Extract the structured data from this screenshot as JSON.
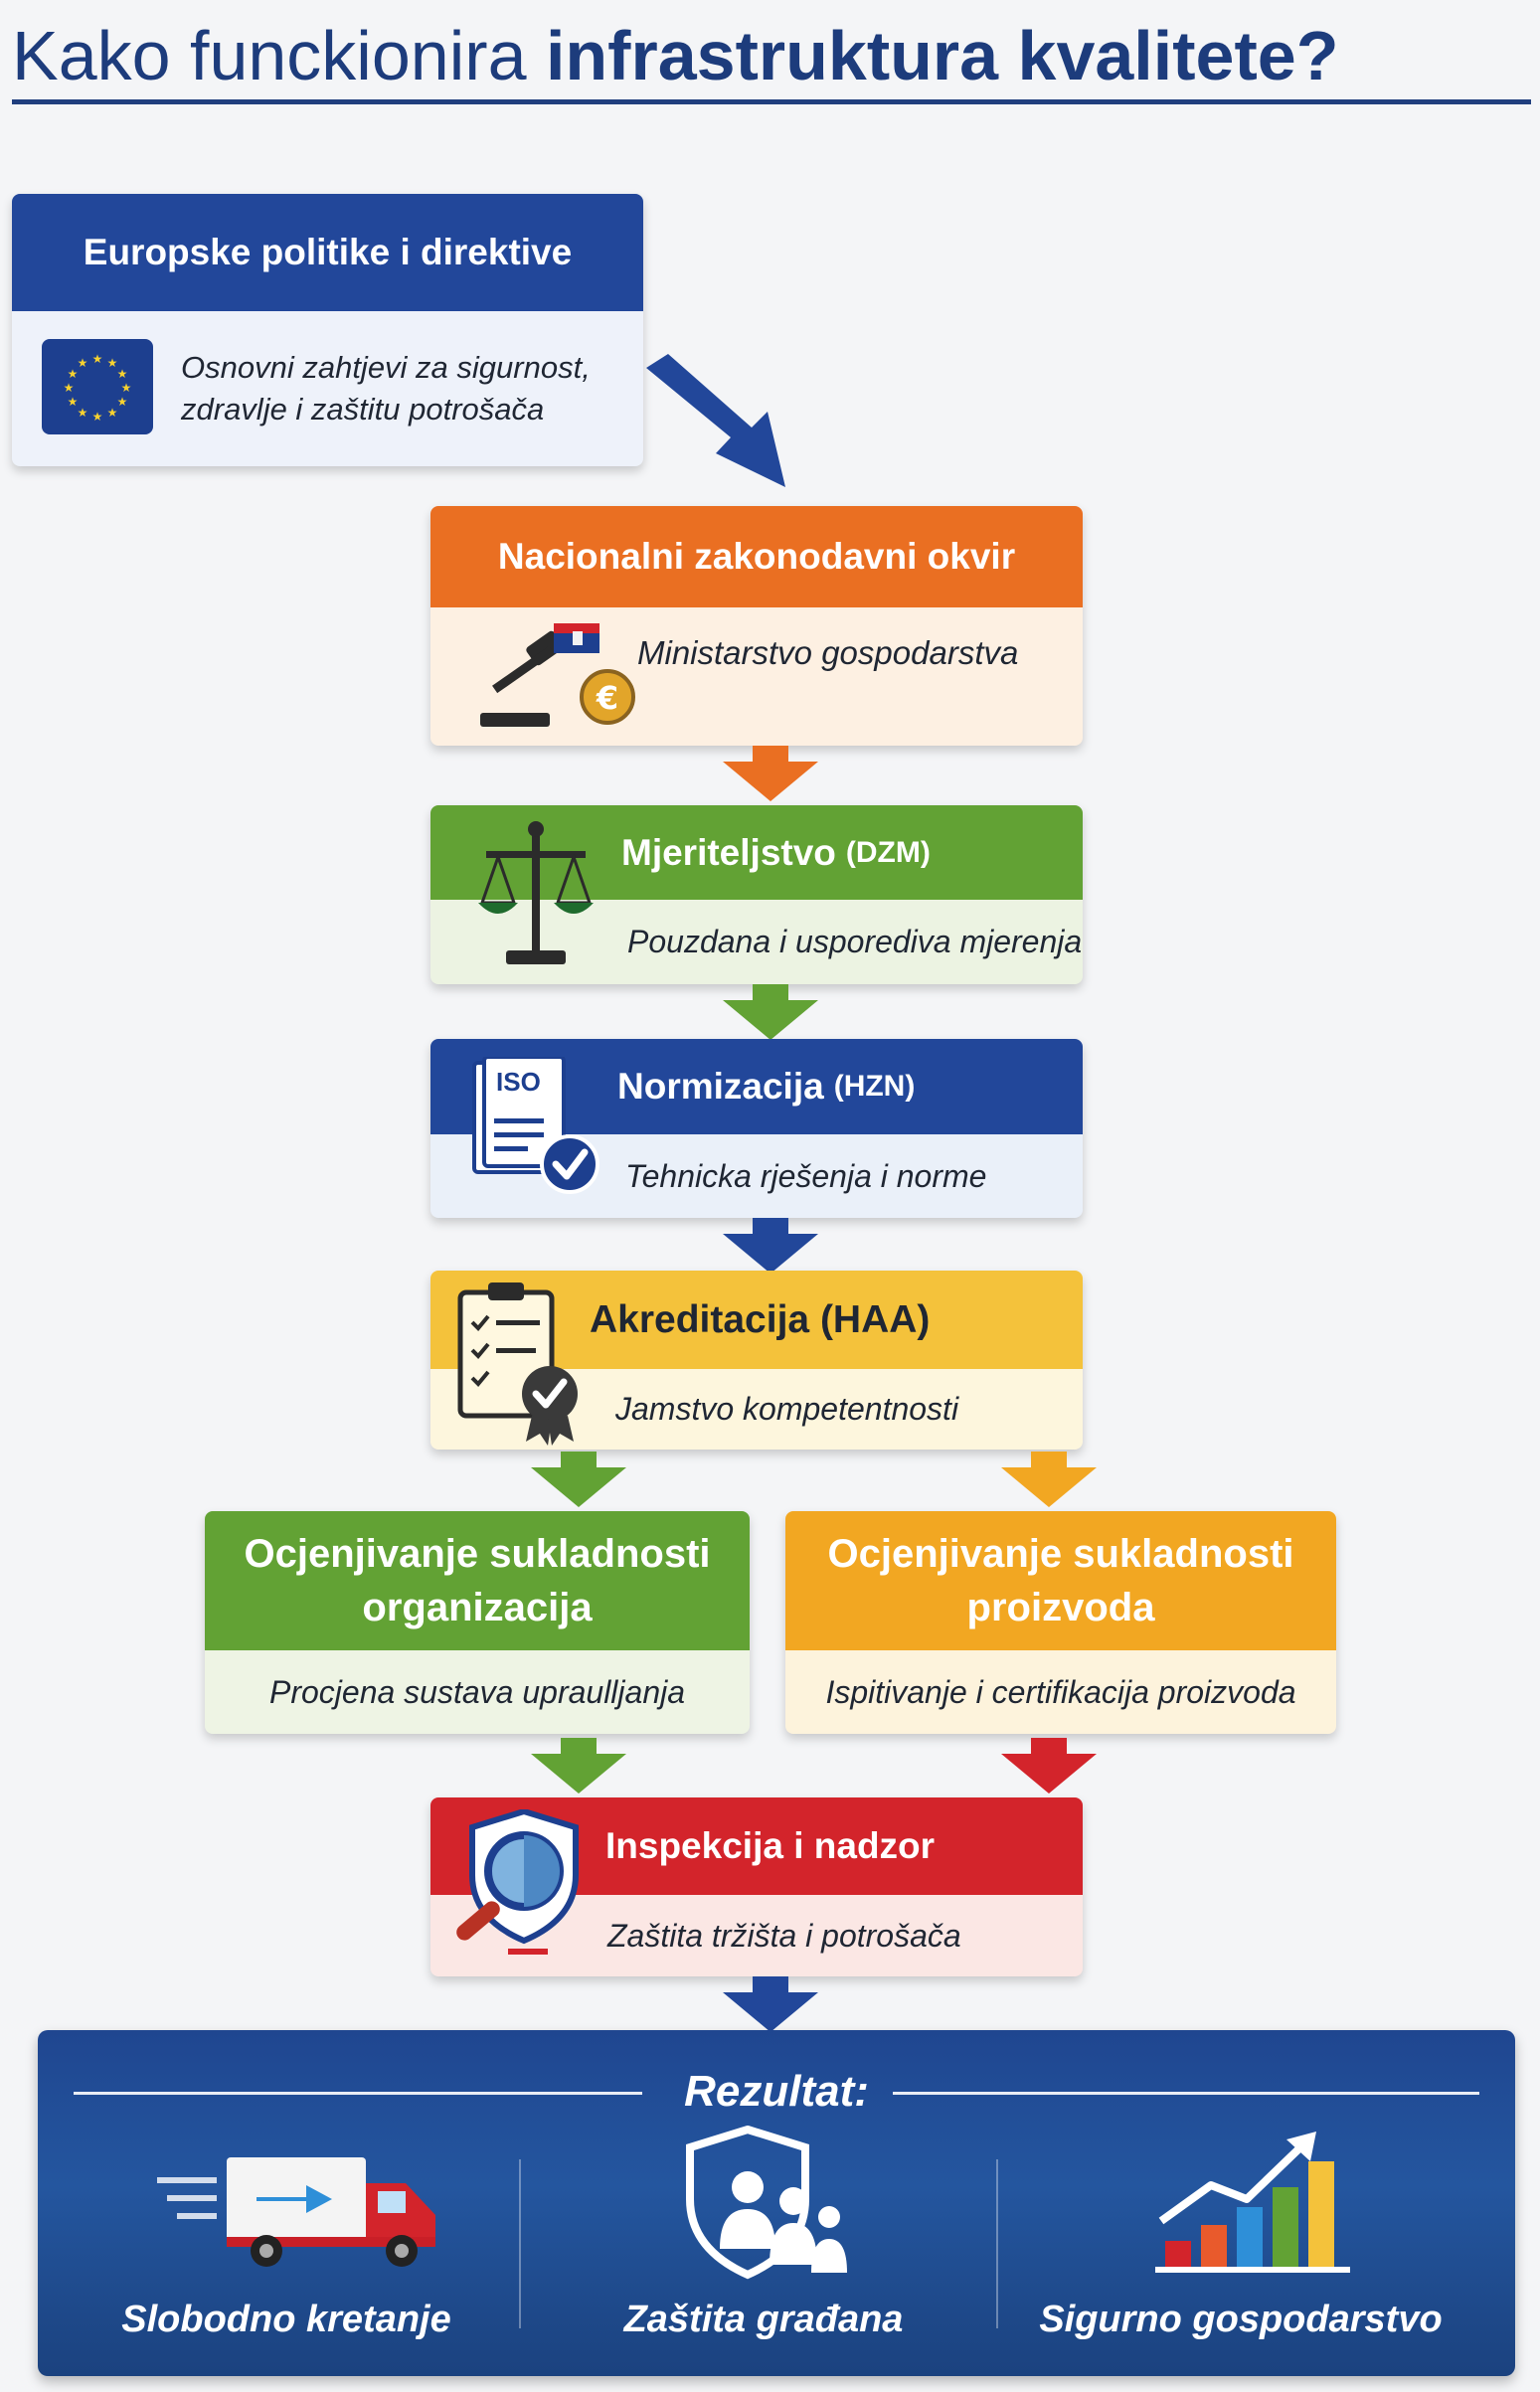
{
  "title": {
    "light": "Kako funckionira",
    "bold": "infrastruktura kvalitete?"
  },
  "colors": {
    "blue": "#22479a",
    "orange": "#ea6f22",
    "green": "#62a234",
    "yellow": "#f4c23b",
    "amber": "#f2a722",
    "red": "#d3242b"
  },
  "steps": {
    "eu": {
      "heading": "Europske politike i direktive",
      "description_line1": "Osnovni zahtjevi za sigurnost,",
      "description_line2": "zdravlje i zaštitu potrošača",
      "icon": "eu-flag-icon"
    },
    "national": {
      "heading": "Nacionalni zakonodavni okvir",
      "description": "Ministarstvo gospodarstva",
      "icon": "gavel-icon"
    },
    "metrology": {
      "heading": "Mjeriteljstvo",
      "tag": "(DZM)",
      "description": "Pouzdana i usporediva mjerenja",
      "icon": "scales-icon"
    },
    "standardization": {
      "heading": "Normizacija",
      "tag": "(HZN)",
      "description": "Tehnicka rješenja i norme",
      "icon": "iso-document-icon",
      "icon_text": "ISO"
    },
    "accreditation": {
      "heading": "Akreditacija (HAA)",
      "description": "Jamstvo kompetentnosti",
      "icon": "clipboard-check-icon"
    },
    "conformity_org": {
      "heading_line1": "Ocjenjivanje sukladnosti",
      "heading_line2": "organizacija",
      "description": "Procjena sustava upraulljanja"
    },
    "conformity_product": {
      "heading_line1": "Ocjenjivanje sukladnosti",
      "heading_line2": "proizvoda",
      "description": "Ispitivanje i certifikacija proizvoda"
    },
    "inspection": {
      "heading": "Inspekcija i nadzor",
      "description": "Zaštita tržišta i potrošača",
      "icon": "magnifier-shield-icon"
    }
  },
  "result": {
    "title": "Rezultat:",
    "items": [
      {
        "label": "Slobodno kretanje",
        "icon": "truck-icon"
      },
      {
        "label": "Zaštita građana",
        "icon": "shield-people-icon"
      },
      {
        "label": "Sigurno gospodarstvo",
        "icon": "bar-chart-growth-icon"
      }
    ]
  }
}
